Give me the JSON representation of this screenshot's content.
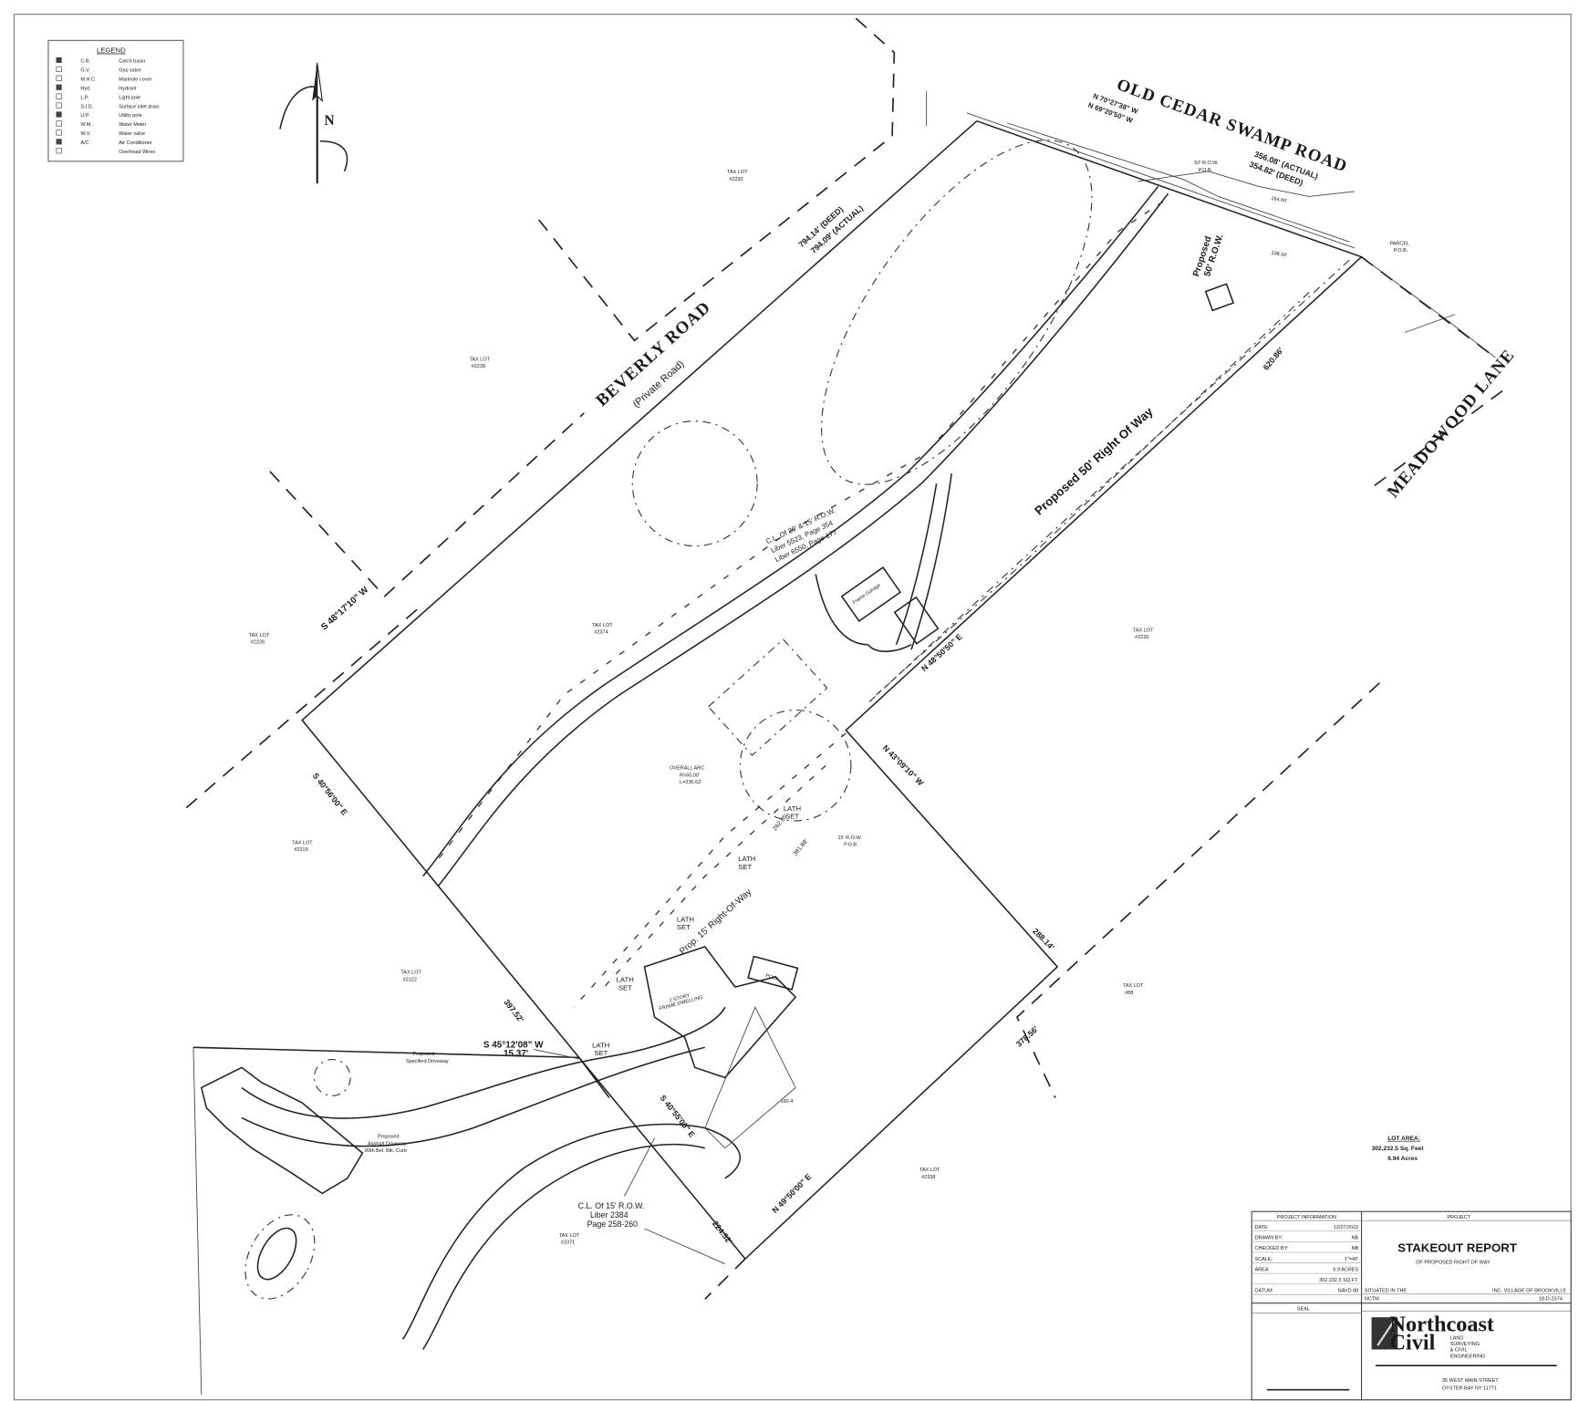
{
  "legend": {
    "title": "LEGEND",
    "items": [
      {
        "abbr": "C.B.",
        "label": "Catch basin",
        "icon": "catch-basin-icon"
      },
      {
        "abbr": "G.V.",
        "label": "Gas valve",
        "icon": "gas-valve-icon"
      },
      {
        "abbr": "M.H.C.",
        "label": "Manhole cover",
        "icon": "manhole-icon"
      },
      {
        "abbr": "Hyd.",
        "label": "Hydrant",
        "icon": "hydrant-icon"
      },
      {
        "abbr": "L.P.",
        "label": "Light pole",
        "icon": "light-pole-icon"
      },
      {
        "abbr": "S.I.D.",
        "label": "Surface inlet drain",
        "icon": "drain-icon"
      },
      {
        "abbr": "U.P.",
        "label": "Utility pole",
        "icon": "utility-pole-icon"
      },
      {
        "abbr": "W.M.",
        "label": "Water Meter",
        "icon": "water-meter-icon"
      },
      {
        "abbr": "W.V.",
        "label": "Water valve",
        "icon": "water-valve-icon"
      },
      {
        "abbr": "A/C",
        "label": "Air Conditioner",
        "icon": "air-conditioner-icon"
      },
      {
        "abbr": "",
        "label": "Overhead Wires",
        "icon": "overhead-wires-icon"
      }
    ]
  },
  "north_arrow": {
    "label": "N"
  },
  "roads": {
    "beverly": "BEVERLY ROAD",
    "beverly_sub": "(Private Road)",
    "old_cedar": "OLD CEDAR SWAMP ROAD",
    "meadowood": "MEADOWOOD LANE"
  },
  "labels": {
    "beverly_deed": "794.14' (DEED)",
    "beverly_actual": "794.09' (ACTUAL)",
    "beverly_bearing": "S 48°17'10\" W",
    "ocs_bearing1": "N 70°27'38\" W",
    "ocs_bearing2": "N 69°20'50\" W",
    "ocs_actual": "356.08' (ACTUAL)",
    "ocs_deed": "354.82' (DEED)",
    "row_pob1": "50' R.O.W.",
    "row_pob2": "P.O.B.",
    "parcel_pob1": "PARCEL",
    "parcel_pob2": "P.O.B.",
    "prop_row_vertical1": "Proposed",
    "prop_row_vertical2": "50' R.O.W.",
    "prop_50_row": "Proposed 50' Right Of Way",
    "dist_620": "620.86'",
    "dist_164": "164.60'",
    "dist_138": "138.34'",
    "cl_20_1": "C.L. Of 20' & 15' R.O.W.",
    "cl_20_2": "Liber 5523, Page 354",
    "cl_20_3": "Liber 6550, Page 177",
    "frame_garage": "Frame Garage",
    "bearing_n4850": "N 48°50'50\" E",
    "bearing_n4309": "N 43°09'10\" W",
    "dist_288": "288.14'",
    "dist_378": "378.56'",
    "bearing_n4950": "N 49°50'00\" E",
    "dist_224": "224.52'",
    "bearing_s4055": "S 40°55'00\" E",
    "bearing_s4056": "S 40°56'00\" E",
    "dist_397": "397.52'",
    "s4512_1": "S 45°12'08\" W",
    "s4512_2": "15.37'",
    "cl_15_1": "C.L. Of 15' R.O.W.",
    "cl_15_2": "Liber 2384",
    "cl_15_3": "Page 258-260",
    "arc_1": "OVERALL ARC",
    "arc_2": "R=60.00'",
    "arc_3": "L=236.62'",
    "row15_pob1": "15' R.O.W.",
    "row15_pob2": "P.O.B.",
    "prop_15_row": "Prop. 15' Right-Of-Way",
    "lath_set1": "LATH",
    "lath_set2": "SET",
    "dwelling1": "2 STORY",
    "dwelling2": "FRAME DWELLING",
    "pool": "POOL",
    "prop_driveway1": "Proposed",
    "prop_driveway2": "Specified Driveway",
    "asphalt1": "Proposed",
    "asphalt2": "Asphalt Driveway",
    "asphalt3": "With Bel. Blk. Curb",
    "dist_190": "190.4'",
    "dist_381": "381.88'",
    "dist_262": "262.85'"
  },
  "tax_lots": [
    {
      "label": "TAX LOT",
      "number": "#2230"
    },
    {
      "label": "TAX LOT",
      "number": "#2228"
    },
    {
      "label": "TAX LOT",
      "number": "#2226"
    },
    {
      "label": "TAX LOT",
      "number": "#2374"
    },
    {
      "label": "TAX LOT",
      "number": "#2226"
    },
    {
      "label": "TAX LOT",
      "number": "#2219"
    },
    {
      "label": "TAX LOT",
      "number": "#2122"
    },
    {
      "label": "TAX LOT",
      "number": "#88"
    },
    {
      "label": "TAX LOT",
      "number": "#2338"
    },
    {
      "label": "TAX LOT",
      "number": "#2371"
    }
  ],
  "lot_area": {
    "title": "LOT AREA:",
    "sqft": "302,232.5 Sq. Feet",
    "acres": "6.94 Acres"
  },
  "title_block": {
    "project_info_header": "PROJECT INFORMATION",
    "project_header": "PROJECT",
    "rows": [
      {
        "label": "DATE",
        "value": "12/27/2022"
      },
      {
        "label": "DRAWN BY:",
        "value": "NB"
      },
      {
        "label": "CHECKED BY:",
        "value": "NB"
      },
      {
        "label": "SCALE:",
        "value": "1\"=40'"
      },
      {
        "label": "AREA",
        "value": "6.9 ACRES"
      },
      {
        "label": "",
        "value": "302,232.5 SQ.FT."
      },
      {
        "label": "DATUM",
        "value": "NAVD 88"
      }
    ],
    "seal": "SEAL",
    "title": "STAKEOUT REPORT",
    "subtitle": "OF PROPOSED RIGHT OF WAY",
    "situated": "SITUATED IN THE",
    "village": "INC. VILLAGE OF BROOKVILLE",
    "sctm_label": "NCTM",
    "sctm": "18-D-2374",
    "company1": "Northcoast",
    "company2": "Civil",
    "company_tag1": "LAND",
    "company_tag2": "SURVEYING",
    "company_tag3": "& CIVIL",
    "company_tag4": "ENGINEERING",
    "address1": "35 WEST MAIN STREET",
    "address2": "OYSTER BAY NY 11771"
  }
}
